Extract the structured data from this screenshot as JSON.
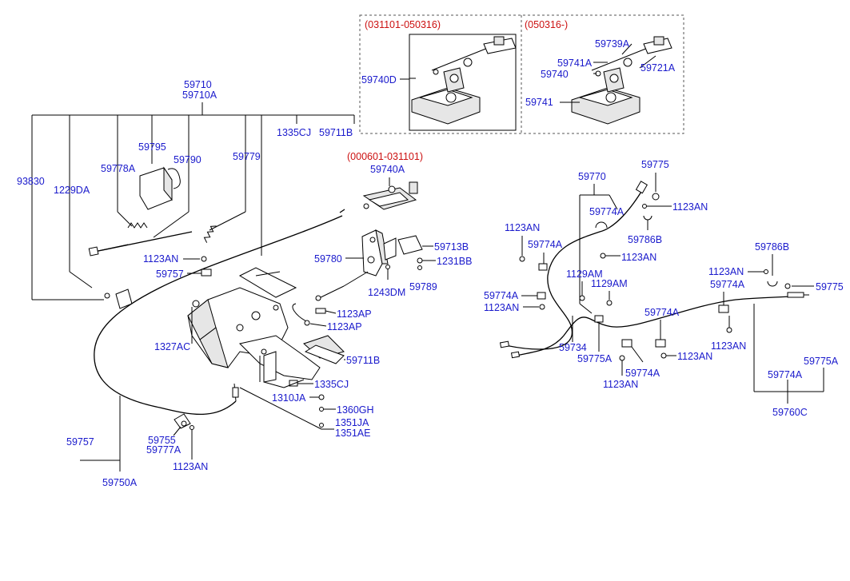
{
  "variants": {
    "left_range": "(031101-050316)",
    "right_range": "(050316-)",
    "middle_range": "(000601-031101)"
  },
  "labels": {
    "p59710": "59710",
    "p59710A": "59710A",
    "p1335CJ_top": "1335CJ",
    "p59711B_top": "59711B",
    "p93830": "93830",
    "p1229DA": "1229DA",
    "p59795": "59795",
    "p59778A": "59778A",
    "p59790": "59790",
    "p59779": "59779",
    "p1123AN_a": "1123AN",
    "p59757_a": "59757",
    "p1327AC": "1327AC",
    "p59740D": "59740D",
    "p59739A": "59739A",
    "p59741A": "59741A",
    "p59740": "59740",
    "p59721A": "59721A",
    "p59741": "59741",
    "p59740A": "59740A",
    "p59713B": "59713B",
    "p59780": "59780",
    "p1231BB": "1231BB",
    "p1243DM": "1243DM",
    "p59789": "59789",
    "p1123AP_a": "1123AP",
    "p1123AP_b": "1123AP",
    "p59711B_b": "59711B",
    "p1335CJ_b": "1335CJ",
    "p1310JA": "1310JA",
    "p1360GH": "1360GH",
    "p1351JA": "1351JA",
    "p1351AE": "1351AE",
    "p59757_b": "59757",
    "p59755": "59755",
    "p59777A": "59777A",
    "p1123AN_b": "1123AN",
    "p59750A": "59750A",
    "p59770": "59770",
    "p59775_a": "59775",
    "p59774A_a": "59774A",
    "p1123AN_c": "1123AN",
    "p59786B_a": "59786B",
    "p1123AN_d": "1123AN",
    "p59774A_b": "59774A",
    "p1123AN_e": "1123AN",
    "p1129AM_a": "1129AM",
    "p1129AM_b": "1129AM",
    "p59774A_c": "59774A",
    "p1123AN_f": "1123AN",
    "p59786B_b": "59786B",
    "p1123AN_g": "1123AN",
    "p59775_b": "59775",
    "p59774A_d": "59774A",
    "p59774A_e": "59774A",
    "p59734": "59734",
    "p59775A_a": "59775A",
    "p1123AN_h": "1123AN",
    "p1123AN_i": "1123AN",
    "p59774A_f": "59774A",
    "p1123AN_j": "1123AN",
    "p59775A_b": "59775A",
    "p59774A_g": "59774A",
    "p59760C": "59760C"
  }
}
